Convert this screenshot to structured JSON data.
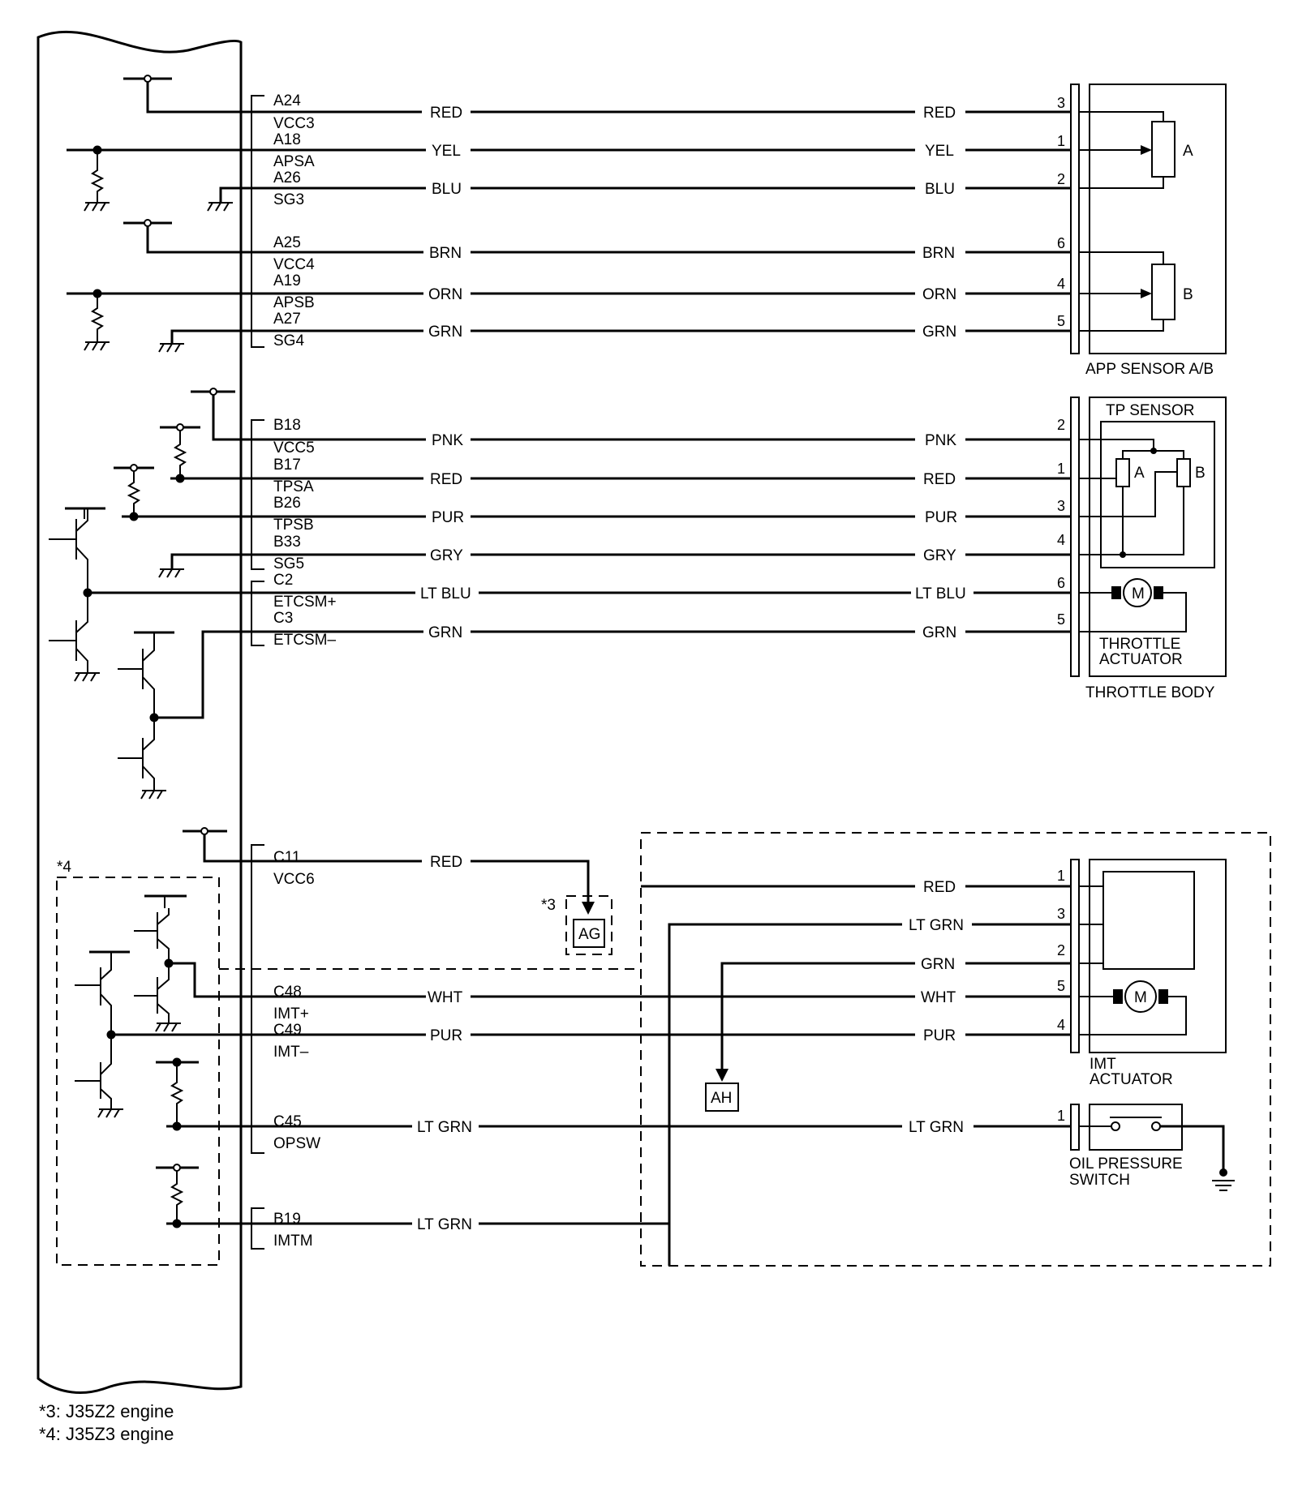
{
  "ecm_terminals": [
    {
      "pin": "A24",
      "signal": "VCC3"
    },
    {
      "pin": "A18",
      "signal": "APSA"
    },
    {
      "pin": "A26",
      "signal": "SG3"
    },
    {
      "pin": "A25",
      "signal": "VCC4"
    },
    {
      "pin": "A19",
      "signal": "APSB"
    },
    {
      "pin": "A27",
      "signal": "SG4"
    },
    {
      "pin": "B18",
      "signal": "VCC5"
    },
    {
      "pin": "B17",
      "signal": "TPSA"
    },
    {
      "pin": "B26",
      "signal": "TPSB"
    },
    {
      "pin": "B33",
      "signal": "SG5"
    },
    {
      "pin": "C2",
      "signal": "ETCSM+"
    },
    {
      "pin": "C3",
      "signal": "ETCSM–"
    },
    {
      "pin": "C11",
      "signal": "VCC6"
    },
    {
      "pin": "C48",
      "signal": "IMT+"
    },
    {
      "pin": "C49",
      "signal": "IMT–"
    },
    {
      "pin": "C45",
      "signal": "OPSW"
    },
    {
      "pin": "B19",
      "signal": "IMTM"
    }
  ],
  "wires": [
    {
      "color_left": "RED",
      "color_right": "RED",
      "connector_pin": "3"
    },
    {
      "color_left": "YEL",
      "color_right": "YEL",
      "connector_pin": "1"
    },
    {
      "color_left": "BLU",
      "color_right": "BLU",
      "connector_pin": "2"
    },
    {
      "color_left": "BRN",
      "color_right": "BRN",
      "connector_pin": "6"
    },
    {
      "color_left": "ORN",
      "color_right": "ORN",
      "connector_pin": "4"
    },
    {
      "color_left": "GRN",
      "color_right": "GRN",
      "connector_pin": "5"
    },
    {
      "color_left": "PNK",
      "color_right": "PNK",
      "connector_pin": "2"
    },
    {
      "color_left": "RED",
      "color_right": "RED",
      "connector_pin": "1"
    },
    {
      "color_left": "PUR",
      "color_right": "PUR",
      "connector_pin": "3"
    },
    {
      "color_left": "GRY",
      "color_right": "GRY",
      "connector_pin": "4"
    },
    {
      "color_left": "LT BLU",
      "color_right": "LT BLU",
      "connector_pin": "6"
    },
    {
      "color_left": "GRN",
      "color_right": "GRN",
      "connector_pin": "5"
    },
    {
      "color_left": "RED",
      "color_right": "RED",
      "connector_pin": "1"
    },
    {
      "color_left": "",
      "color_right": "LT GRN",
      "connector_pin": "3"
    },
    {
      "color_left": "",
      "color_right": "GRN",
      "connector_pin": "2"
    },
    {
      "color_left": "WHT",
      "color_right": "WHT",
      "connector_pin": "5"
    },
    {
      "color_left": "PUR",
      "color_right": "PUR",
      "connector_pin": "4"
    },
    {
      "color_left": "LT GRN",
      "color_right": "LT GRN",
      "connector_pin": "1"
    },
    {
      "color_left": "LT GRN",
      "color_right": "",
      "connector_pin": ""
    }
  ],
  "components": {
    "app_sensor": {
      "label": "APP SENSOR A/B",
      "element_a": "A",
      "element_b": "B"
    },
    "tp_sensor": {
      "label": "TP SENSOR",
      "element_a": "A",
      "element_b": "B"
    },
    "throttle_actuator": {
      "line1": "THROTTLE",
      "line2": "ACTUATOR",
      "motor": "M"
    },
    "throttle_body": {
      "label": "THROTTLE BODY"
    },
    "imt_actuator": {
      "line1": "IMT",
      "line2": "ACTUATOR",
      "motor": "M"
    },
    "oil_pressure_switch": {
      "line1": "OIL PRESSURE",
      "line2": "SWITCH"
    },
    "ag": {
      "label": "AG"
    },
    "ah": {
      "label": "AH"
    },
    "marker3": {
      "label": "*3"
    },
    "marker4": {
      "label": "*4"
    }
  },
  "footnotes": [
    "*3: J35Z2 engine",
    "*4: J35Z3 engine"
  ]
}
